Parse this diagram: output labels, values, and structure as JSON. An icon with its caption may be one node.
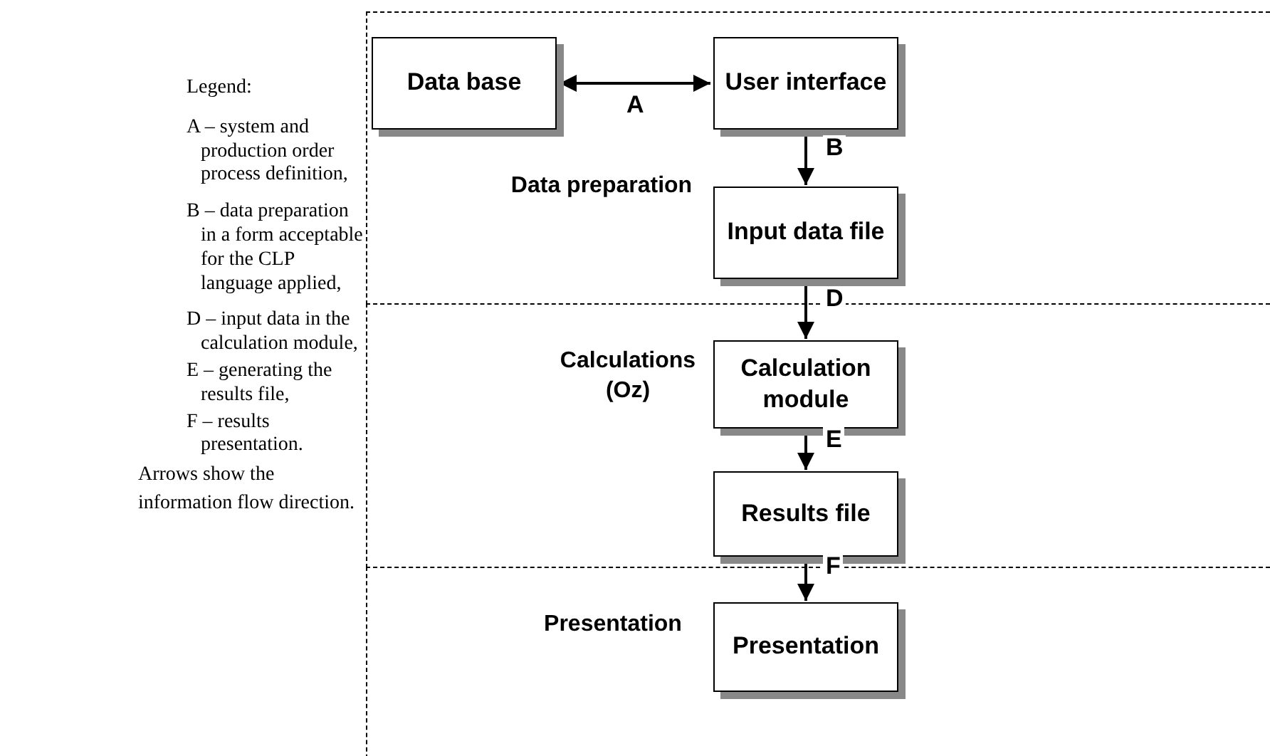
{
  "diagram": {
    "nodes": [
      {
        "text": [
          "Data preparation"
        ]
      },
      {
        "text": [
          "Data base"
        ],
        "in": 0
      },
      {
        "text": [
          "User interface"
        ],
        "in": 0
      },
      {
        "text": [
          "Input data file"
        ],
        "in": 0
      },
      {
        "text": [
          "Calculations (Oz)"
        ]
      },
      {
        "text": [
          "Calculation module"
        ],
        "in": 4
      },
      {
        "text": [
          "Results file"
        ],
        "in": 4
      },
      {
        "text": [
          "Presentation"
        ]
      },
      {
        "text": [
          "Presentation"
        ],
        "in": 7
      }
    ],
    "edges": [
      {
        "from": 1,
        "to": 2,
        "arrow": "both",
        "label": "A"
      },
      {
        "from": 2,
        "to": 3,
        "arrow": "to",
        "label": "B"
      },
      {
        "from": 3,
        "to": 5,
        "arrow": "to",
        "label": "D"
      },
      {
        "from": 5,
        "to": 6,
        "arrow": "to",
        "label": "E"
      },
      {
        "from": 6,
        "to": 8,
        "arrow": "to",
        "label": "F"
      }
    ],
    "labels": [
      "Legend:",
      "A – system and production order process definition,",
      "B – data preparation in a form acceptable for the CLP language applied,",
      "D – input data in the calculation module,",
      "E – generating the results file,",
      "F – results presentation.",
      "Arrows show the information flow direction."
    ]
  }
}
